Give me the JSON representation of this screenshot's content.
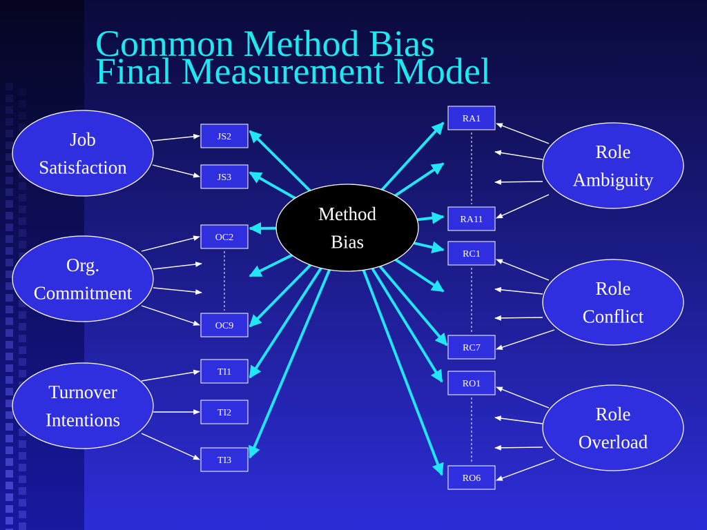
{
  "slide": {
    "title_line1": "Common Method Bias",
    "title_line2": "Final Measurement Model"
  },
  "colors": {
    "title": "#1fe8f0",
    "bg_top": "#0a0a3a",
    "bg_bottom": "#2d2dd8",
    "method_arrow": "#22e5f5",
    "construct_arrow": "#ffffff",
    "method_fill": "#000000",
    "construct_fill": "#2f2fe0",
    "box_fill": "#2f2fe0"
  },
  "method": {
    "id": "method-bias",
    "label": [
      "Method",
      "Bias"
    ]
  },
  "constructs": [
    {
      "id": "job-satisfaction",
      "label": [
        "Job",
        "Satisfaction"
      ]
    },
    {
      "id": "org-commitment",
      "label": [
        "Org.",
        "Commitment"
      ]
    },
    {
      "id": "turnover-intentions",
      "label": [
        "Turnover",
        "Intentions"
      ]
    },
    {
      "id": "role-ambiguity",
      "label": [
        "Role",
        "Ambiguity"
      ]
    },
    {
      "id": "role-conflict",
      "label": [
        "Role",
        "Conflict"
      ]
    },
    {
      "id": "role-overload",
      "label": [
        "Role",
        "Overload"
      ]
    }
  ],
  "indicators": [
    {
      "id": "JS2",
      "construct": "job-satisfaction"
    },
    {
      "id": "JS3",
      "construct": "job-satisfaction"
    },
    {
      "id": "OC2",
      "construct": "org-commitment"
    },
    {
      "id": "OC9",
      "construct": "org-commitment"
    },
    {
      "id": "TI1",
      "construct": "turnover-intentions"
    },
    {
      "id": "TI2",
      "construct": "turnover-intentions"
    },
    {
      "id": "TI3",
      "construct": "turnover-intentions"
    },
    {
      "id": "RA1",
      "construct": "role-ambiguity"
    },
    {
      "id": "RA11",
      "construct": "role-ambiguity"
    },
    {
      "id": "RC1",
      "construct": "role-conflict"
    },
    {
      "id": "RC7",
      "construct": "role-conflict"
    },
    {
      "id": "RO1",
      "construct": "role-overload"
    },
    {
      "id": "RO6",
      "construct": "role-overload"
    }
  ]
}
